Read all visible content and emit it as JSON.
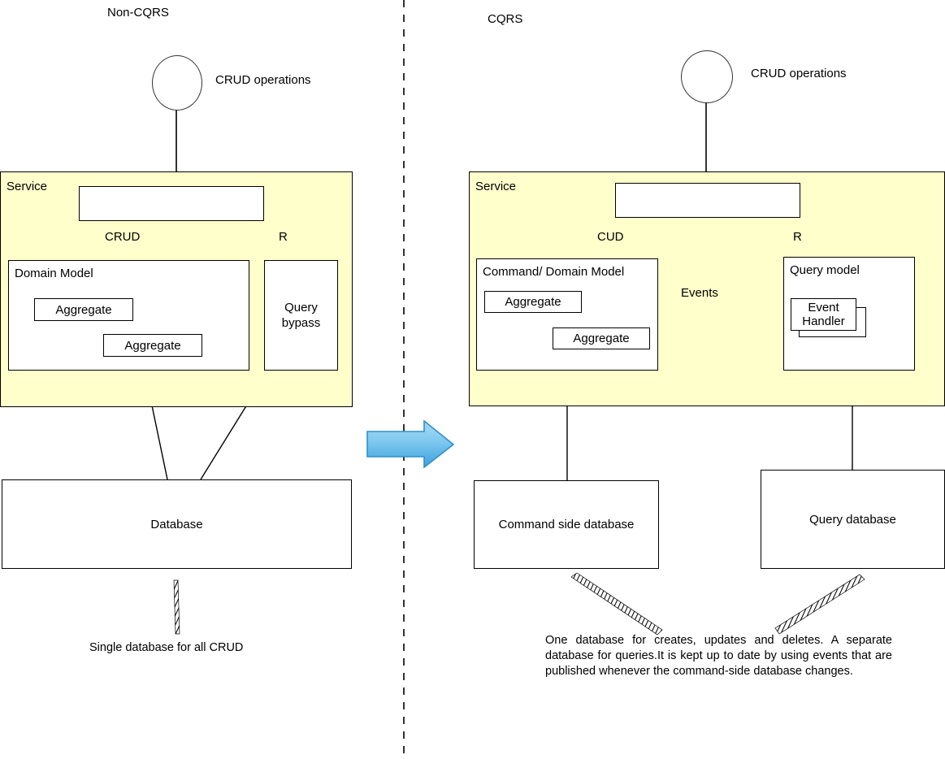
{
  "diagram": {
    "title_left": "Non-CQRS",
    "title_right": "CQRS",
    "divider": "vertical-dashed-divider",
    "transition_arrow": "blue-right-arrow",
    "colors": {
      "service_fill": "#ffffcc",
      "stroke": "#000000",
      "arrow_fill_light": "#8fd0f0",
      "arrow_fill_dark": "#3ba0dd",
      "arrow_stroke": "#2e8fcc",
      "events_triangle_fill": "#ccccff",
      "events_triangle_stroke": "#000000"
    }
  },
  "left": {
    "actor_label": "CRUD operations",
    "service_label": "Service",
    "api_box_label": "",
    "edge_labels": {
      "write": "CRUD",
      "read": "R"
    },
    "domain_model": {
      "label": "Domain Model",
      "aggregates": [
        "Aggregate",
        "Aggregate"
      ]
    },
    "query_bypass": "Query\nbypass",
    "query_bypass_line1": "Query",
    "query_bypass_line2": "bypass",
    "database": "Database",
    "caption": "Single database for all CRUD"
  },
  "right": {
    "actor_label": "CRUD operations",
    "service_label": "Service",
    "api_box_label": "",
    "edge_labels": {
      "write": "CUD",
      "read": "R"
    },
    "command_model": {
      "label": "Command/ Domain Model",
      "aggregates": [
        "Aggregate",
        "Aggregate"
      ]
    },
    "events_label": "Events",
    "query_model": {
      "label": "Query model",
      "event_handler_line1": "Event",
      "event_handler_line2": "Handler"
    },
    "command_database": "Command side database",
    "query_database": "Query database",
    "caption": "One database for creates, updates and deletes. A separate database for queries.It is kept up to date by using events that are published whenever the command-side database changes."
  }
}
